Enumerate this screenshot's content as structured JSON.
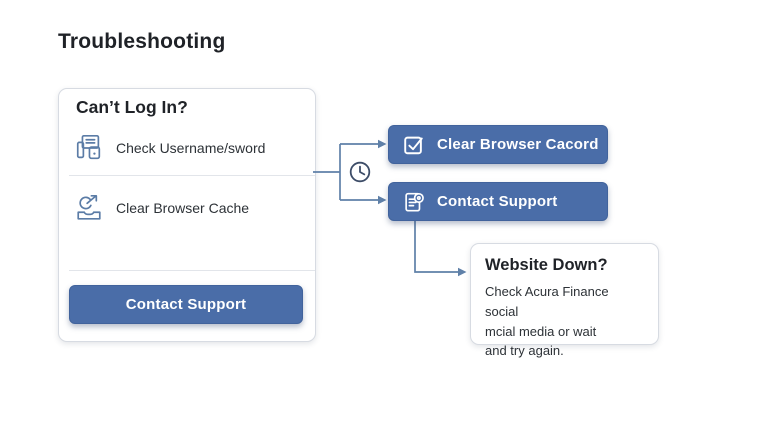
{
  "title": "Troubleshooting",
  "login_card": {
    "heading": "Can’t Log In?",
    "items": [
      {
        "icon": "devices-document-icon",
        "label": "Check Username/sword"
      },
      {
        "icon": "share-tray-icon",
        "label": "Clear Browser Cache"
      }
    ],
    "button_label": "Contact Support"
  },
  "connector": {
    "icon": "clock-icon"
  },
  "action_buttons": [
    {
      "icon": "checkbox-checked-icon",
      "label": "Clear Browser Cacord"
    },
    {
      "icon": "document-info-icon",
      "label": "Contact Support"
    }
  ],
  "website_card": {
    "heading": "Website Down?",
    "body_lines": [
      "Check Acura Finance social",
      "mcial media or wait",
      "and try again."
    ]
  },
  "colors": {
    "accent_blue": "#4a6da8",
    "icon_blue": "#5b7ca6",
    "line_blue": "#5f80a8",
    "clock_outline": "#3d4d68",
    "text_dark": "#1f2227",
    "text_body": "#2d3237",
    "card_border": "#d7dbe2"
  }
}
